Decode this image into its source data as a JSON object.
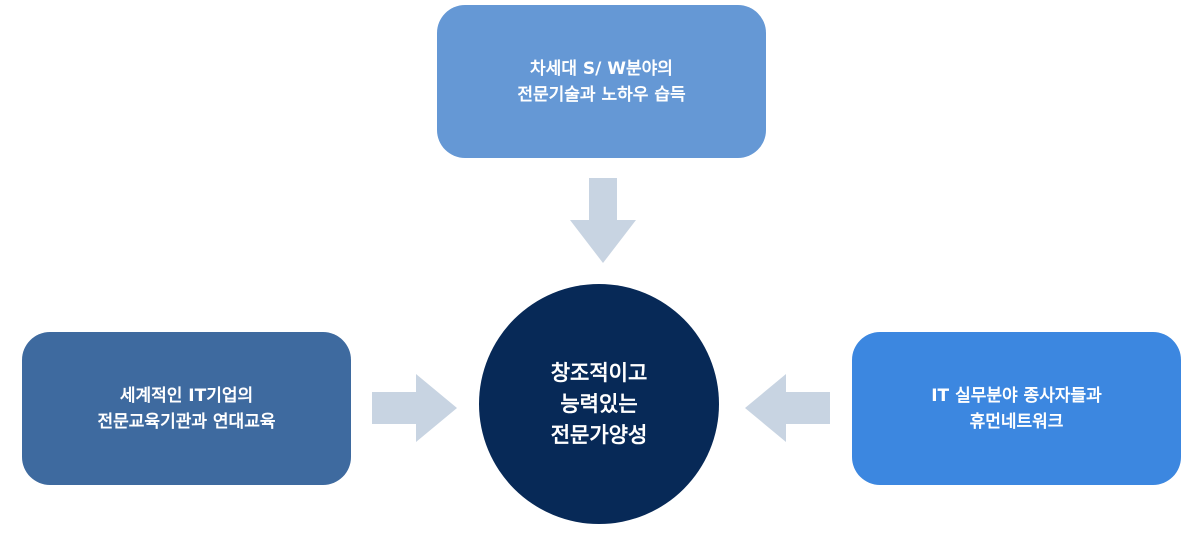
{
  "colors": {
    "top_box": "#6598d5",
    "left_box": "#3e6a9f",
    "right_box": "#3c87e0",
    "center_circle": "#072957",
    "arrow": "#c8d4e2"
  },
  "top_box": {
    "line1": "차세대 S/ W분야의",
    "line2": "전문기술과 노하우 습득"
  },
  "left_box": {
    "line1": "세계적인 IT기업의",
    "line2": "전문교육기관과 연대교육"
  },
  "right_box": {
    "line1": "IT 실무분야 종사자들과",
    "line2": "휴먼네트워크"
  },
  "center": {
    "line1": "창조적이고",
    "line2": "능력있는",
    "line3": "전문가양성"
  }
}
